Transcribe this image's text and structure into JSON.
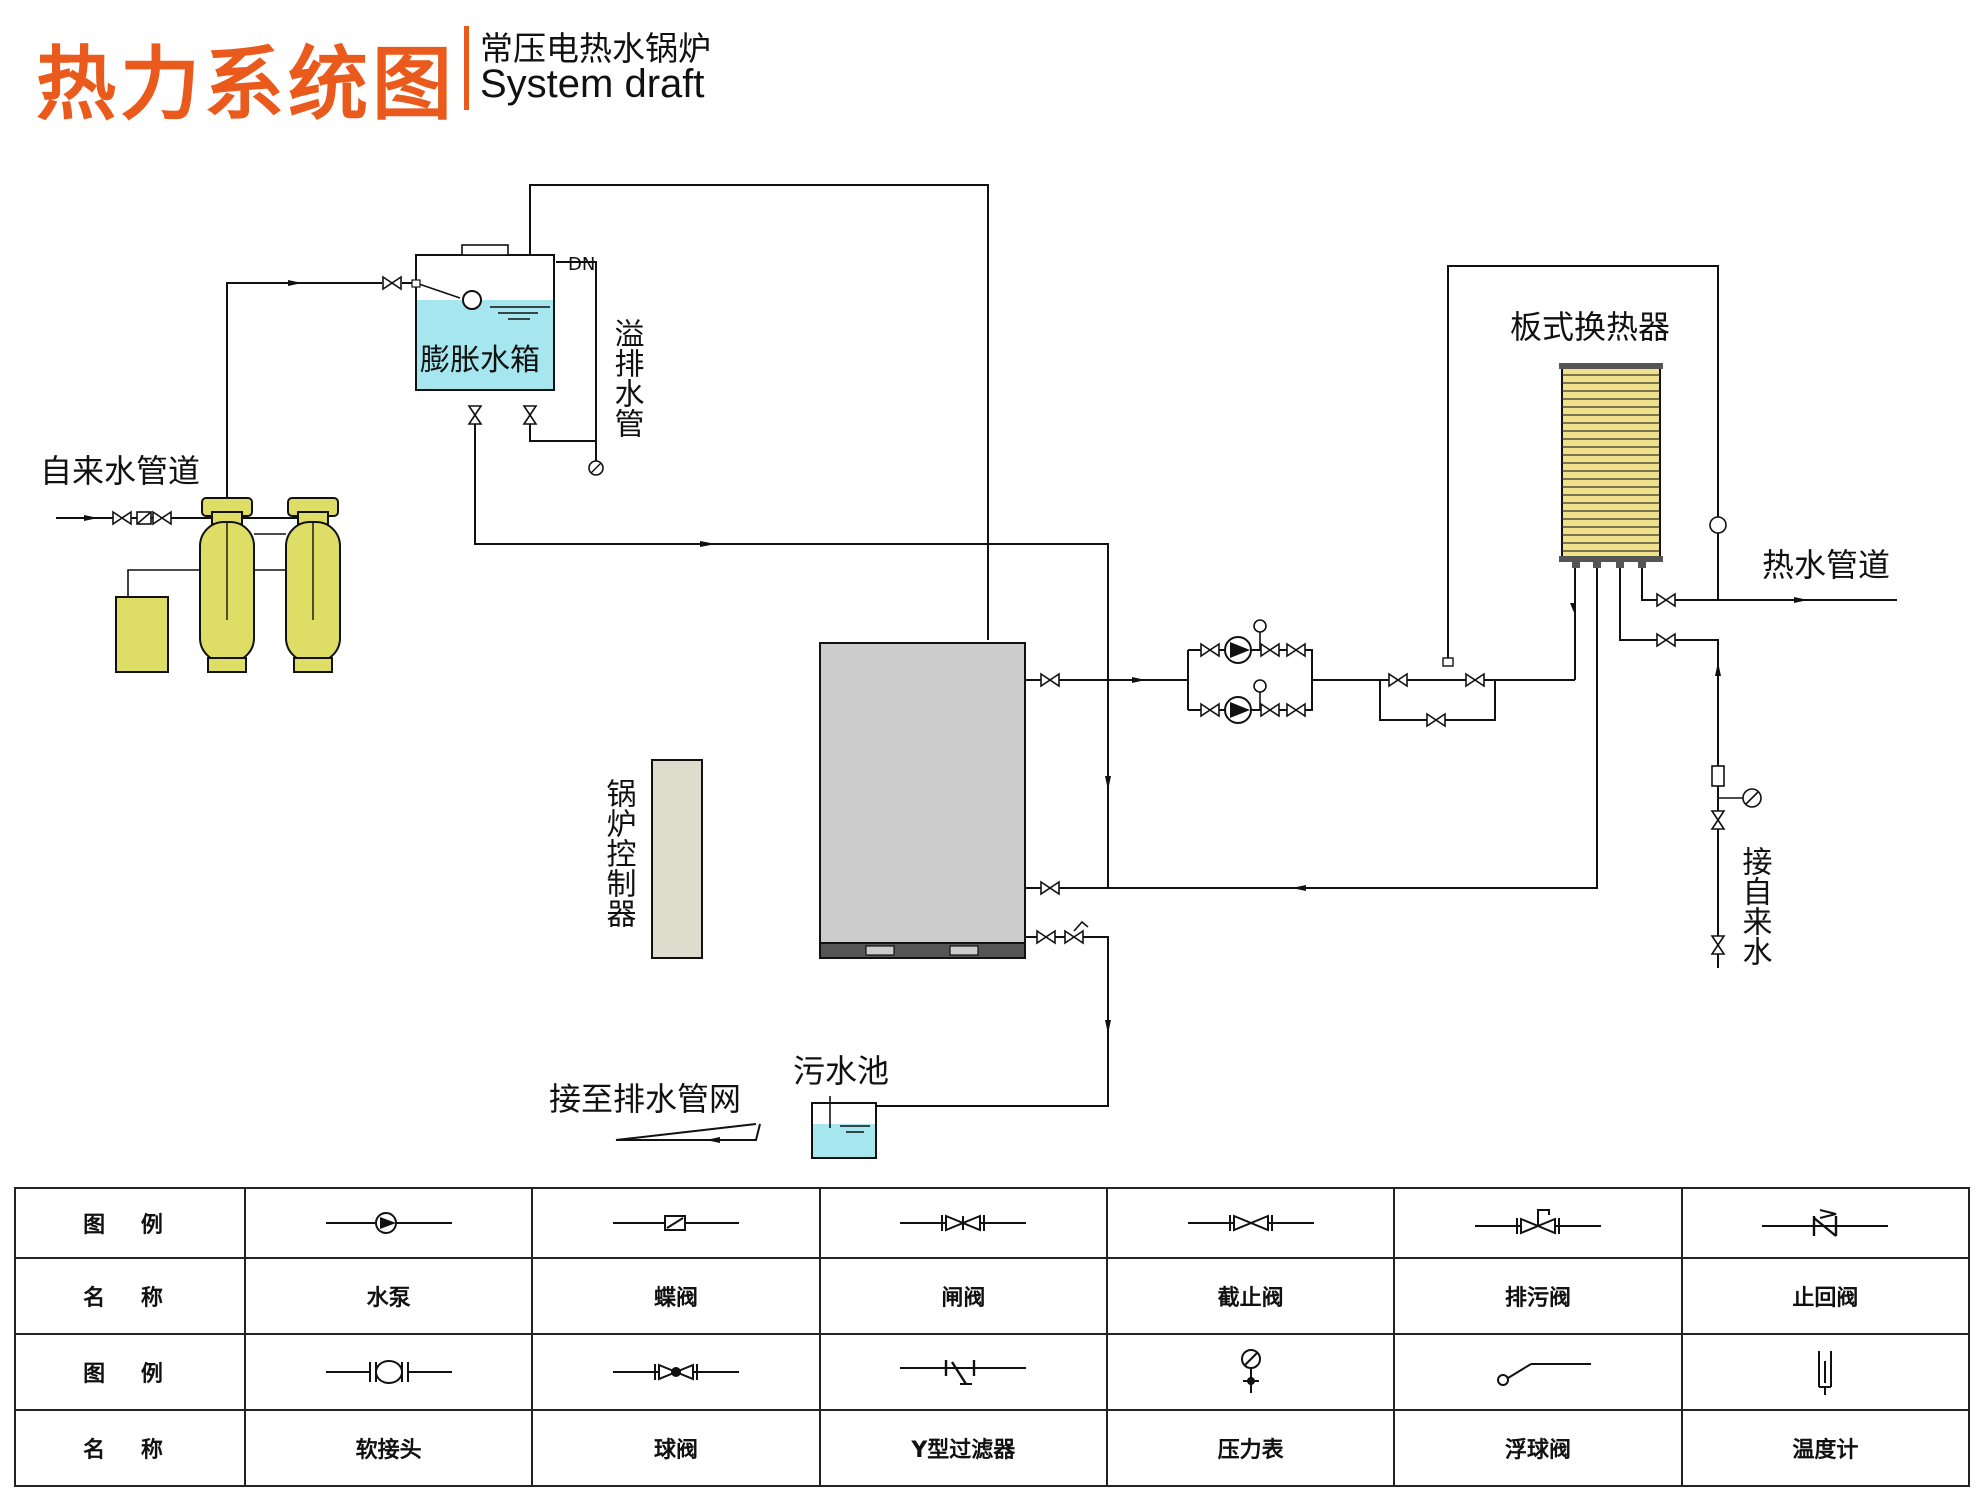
{
  "header": {
    "title": "热力系统图",
    "subtitle_cn": "常压电热水锅炉",
    "subtitle_en": "System draft"
  },
  "diagram": {
    "labels": {
      "tap_water": "自来水管道",
      "expansion_tank": "膨胀水箱",
      "overflow": "溢排水管",
      "dn": "DN",
      "plate_hx": "板式换热器",
      "hot_water": "热水管道",
      "controller": "锅炉控制器",
      "tap_in": "接自来水",
      "sewage_pool": "污水池",
      "drain_net": "接至排水管网"
    }
  },
  "legend": {
    "row_head_symbol": "图 例",
    "row_head_name": "名 称",
    "row1": [
      {
        "name": "水泵",
        "icon": "pump-icon"
      },
      {
        "name": "蝶阀",
        "icon": "butterfly-valve-icon"
      },
      {
        "name": "闸阀",
        "icon": "gate-valve-icon"
      },
      {
        "name": "截止阀",
        "icon": "globe-valve-icon"
      },
      {
        "name": "排污阀",
        "icon": "blowdown-valve-icon"
      },
      {
        "name": "止回阀",
        "icon": "check-valve-icon"
      }
    ],
    "row2": [
      {
        "name": "软接头",
        "icon": "flexible-joint-icon"
      },
      {
        "name": "球阀",
        "icon": "ball-valve-icon"
      },
      {
        "name": "Y型过滤器",
        "icon": "y-strainer-icon"
      },
      {
        "name": "压力表",
        "icon": "pressure-gauge-icon"
      },
      {
        "name": "浮球阀",
        "icon": "float-valve-icon"
      },
      {
        "name": "温度计",
        "icon": "thermometer-icon"
      }
    ]
  },
  "colors": {
    "accent": "#ea5a1c",
    "softener": "#dede66",
    "tank_water": "#a6e6ee",
    "boiler": "#cccccc",
    "controller": "#dedccc",
    "hx": "#f1e18a"
  }
}
